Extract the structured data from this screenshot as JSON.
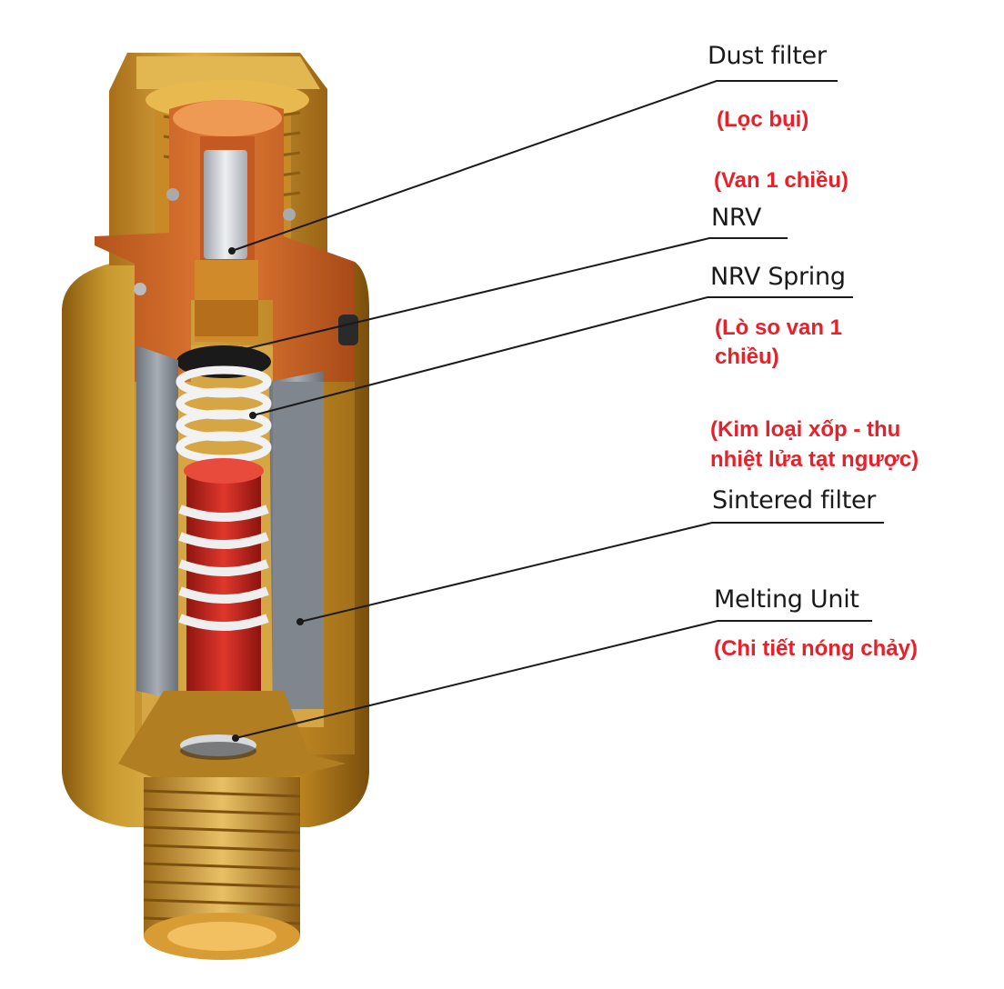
{
  "labels": {
    "dust_filter": "Dust filter",
    "nrv": "NRV",
    "nrv_spring": "NRV Spring",
    "sintered_filter": "Sintered filter",
    "melting_unit": "Melting Unit"
  },
  "translations": {
    "dust_filter_vi": "(Lọc bụi)",
    "nrv_vi": "(Van 1 chiều)",
    "nrv_spring_vi_line1": "(Lò so van 1",
    "nrv_spring_vi_line2": "chiều)",
    "sintered_vi_line1": "(Kim loại xốp - thu",
    "sintered_vi_line2": "nhiệt lửa tạt ngược)",
    "melting_vi": "(Chi tiết nóng chảy)"
  },
  "colors": {
    "brass": "#c99a2e",
    "copper": "#d0692a",
    "sintered_grey": "#8a919a",
    "melting_red": "#c8211d",
    "annotation_red": "#e8202a"
  }
}
